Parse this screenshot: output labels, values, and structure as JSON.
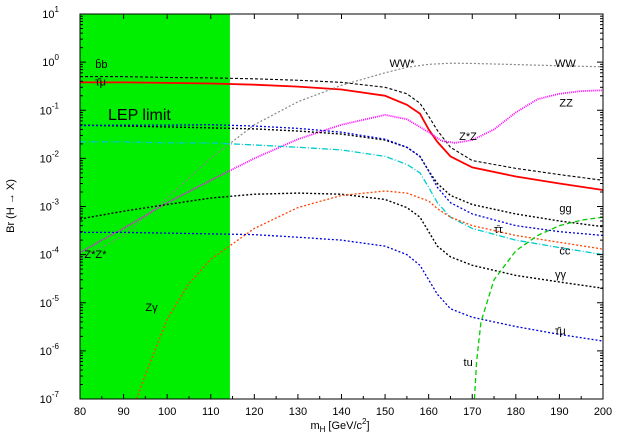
{
  "chart_data": {
    "type": "line",
    "x_scale": "linear",
    "y_scale": "log",
    "xlim": [
      80,
      200
    ],
    "ylim": [
      1e-07,
      10
    ],
    "xlabel": "m",
    "xlabel_sub": "H",
    "xlabel_unit": "[GeV/c",
    "xlabel_sup": "2",
    "xlabel_end": "]",
    "ylabel": "Br (H → X)",
    "x_ticks": [
      80,
      90,
      100,
      110,
      120,
      130,
      140,
      150,
      160,
      170,
      180,
      190,
      200
    ],
    "y_ticks": [
      {
        "value": 1e-07,
        "base": "10",
        "exp": "-7"
      },
      {
        "value": 1e-06,
        "base": "10",
        "exp": "-6"
      },
      {
        "value": 1e-05,
        "base": "10",
        "exp": "-5"
      },
      {
        "value": 0.0001,
        "base": "10",
        "exp": "-4"
      },
      {
        "value": 0.001,
        "base": "10",
        "exp": "-3"
      },
      {
        "value": 0.01,
        "base": "10",
        "exp": "-2"
      },
      {
        "value": 0.1,
        "base": "10",
        "exp": "-1"
      },
      {
        "value": 1,
        "base": "10",
        "exp": "0"
      },
      {
        "value": 10,
        "base": "10",
        "exp": "1"
      }
    ],
    "excluded_region": {
      "x_from": 80,
      "x_to": 114.4,
      "label": "LEP limit",
      "color": "#00ee00"
    },
    "series": [
      {
        "color": "#000000",
        "dash": "3,2",
        "width": 1.1,
        "x": [
          80,
          90,
          100,
          110,
          120,
          130,
          140,
          150,
          155,
          158,
          160,
          162,
          165,
          170,
          180,
          190,
          200
        ],
        "y": [
          0.5,
          0.5,
          0.48,
          0.47,
          0.45,
          0.42,
          0.38,
          0.3,
          0.22,
          0.14,
          0.075,
          0.038,
          0.017,
          0.009,
          0.0062,
          0.0046,
          0.0035
        ]
      },
      {
        "color": "#ff0000",
        "dash": "",
        "width": 1.8,
        "x": [
          80,
          90,
          100,
          110,
          120,
          130,
          140,
          150,
          155,
          158,
          160,
          162,
          165,
          170,
          180,
          190,
          200
        ],
        "y": [
          0.38,
          0.38,
          0.37,
          0.36,
          0.34,
          0.31,
          0.27,
          0.2,
          0.13,
          0.085,
          0.04,
          0.022,
          0.011,
          0.0065,
          0.0042,
          0.003,
          0.0022
        ]
      },
      {
        "color": "#888888",
        "dash": "2,2",
        "width": 1.2,
        "x": [
          80,
          90,
          100,
          110,
          120,
          130,
          140,
          150,
          155,
          160,
          165,
          170,
          180,
          190,
          200
        ],
        "y": [
          8e-05,
          0.00025,
          0.0015,
          0.01,
          0.05,
          0.15,
          0.33,
          0.6,
          0.78,
          0.9,
          0.95,
          0.94,
          0.89,
          0.84,
          0.8
        ]
      },
      {
        "color": "#ff00ff",
        "dash": "1,1",
        "width": 1.8,
        "x": [
          80,
          85,
          90,
          100,
          110,
          120,
          130,
          140,
          150,
          155,
          160,
          163,
          166,
          170,
          175,
          180,
          185,
          190,
          195,
          200
        ],
        "y": [
          0.00011,
          0.0002,
          0.00035,
          0.0012,
          0.0035,
          0.01,
          0.025,
          0.05,
          0.08,
          0.065,
          0.035,
          0.023,
          0.021,
          0.024,
          0.04,
          0.09,
          0.17,
          0.22,
          0.25,
          0.26
        ]
      },
      {
        "color": "#000000",
        "dash": "2,2",
        "width": 1.4,
        "x": [
          80,
          90,
          100,
          110,
          120,
          130,
          140,
          150,
          155,
          158,
          160,
          162,
          165,
          170,
          180,
          190,
          200
        ],
        "y": [
          0.049,
          0.047,
          0.045,
          0.043,
          0.041,
          0.037,
          0.032,
          0.024,
          0.017,
          0.011,
          0.0055,
          0.003,
          0.0017,
          0.0011,
          0.0007,
          0.0005,
          0.00038
        ]
      },
      {
        "color": "#0000dd",
        "dash": "2,2",
        "width": 1.3,
        "x": [
          80,
          90,
          100,
          110,
          120,
          130,
          140,
          150,
          155,
          158,
          160,
          162,
          165,
          170,
          180,
          190,
          200
        ],
        "y": [
          0.048,
          0.049,
          0.049,
          0.05,
          0.047,
          0.042,
          0.035,
          0.025,
          0.017,
          0.011,
          0.0055,
          0.0025,
          0.0012,
          0.0007,
          0.0004,
          0.0003,
          0.00025
        ]
      },
      {
        "color": "#00cccc",
        "dash": "6,2,1,2",
        "width": 1.3,
        "x": [
          80,
          90,
          100,
          110,
          120,
          130,
          140,
          150,
          155,
          158,
          160,
          162,
          165,
          170,
          180,
          190,
          200
        ],
        "y": [
          0.022,
          0.022,
          0.021,
          0.021,
          0.019,
          0.017,
          0.015,
          0.011,
          0.0075,
          0.005,
          0.0025,
          0.0012,
          0.0006,
          0.00035,
          0.0002,
          0.00014,
          0.0001
        ]
      },
      {
        "color": "#000000",
        "dash": "2,2",
        "width": 1.4,
        "x": [
          80,
          90,
          100,
          110,
          120,
          130,
          140,
          150,
          155,
          158,
          160,
          162,
          165,
          170,
          180,
          190,
          200
        ],
        "y": [
          0.00055,
          0.0008,
          0.0011,
          0.0015,
          0.0018,
          0.0019,
          0.0018,
          0.0014,
          0.00095,
          0.0006,
          0.0003,
          0.00015,
          9e-05,
          6e-05,
          3.7e-05,
          2.7e-05,
          2e-05
        ]
      },
      {
        "color": "#ff4400",
        "dash": "2,2",
        "width": 1.3,
        "x": [
          93,
          95,
          100,
          105,
          110,
          120,
          130,
          140,
          150,
          155,
          160,
          162,
          165,
          170,
          180,
          190,
          200
        ],
        "y": [
          1e-07,
          3.2e-07,
          4.5e-06,
          2.5e-05,
          8e-05,
          0.00035,
          0.00095,
          0.0017,
          0.0021,
          0.0019,
          0.0013,
          0.0009,
          0.0006,
          0.0004,
          0.00025,
          0.00018,
          0.00013
        ]
      },
      {
        "color": "#0000dd",
        "dash": "2,2",
        "width": 1.3,
        "x": [
          80,
          90,
          100,
          110,
          120,
          130,
          140,
          150,
          155,
          158,
          160,
          162,
          165,
          170,
          180,
          190,
          200
        ],
        "y": [
          0.00029,
          0.00029,
          0.00028,
          0.00027,
          0.00026,
          0.00023,
          0.0002,
          0.00015,
          0.0001,
          6e-05,
          3e-05,
          1.5e-05,
          7.5e-06,
          5e-06,
          3.2e-06,
          2.2e-06,
          1.6e-06
        ]
      },
      {
        "color": "#00cc00",
        "dash": "5,3",
        "width": 1.3,
        "x": [
          170.5,
          171,
          172,
          175,
          180,
          185,
          190,
          195,
          200
        ],
        "y": [
          1e-07,
          6e-07,
          4e-06,
          3e-05,
          0.00012,
          0.00025,
          0.0004,
          0.00052,
          0.0006
        ]
      }
    ],
    "annotations": [
      {
        "text": "b̄b",
        "x": 83.5,
        "y": 0.75
      },
      {
        "text": "τ̄μ",
        "x": 83.5,
        "y": 0.33
      },
      {
        "text": "WW*",
        "x": 151,
        "y": 0.8
      },
      {
        "text": "WW",
        "x": 189,
        "y": 0.8
      },
      {
        "text": "ZZ",
        "x": 190,
        "y": 0.12
      },
      {
        "text": "Z*Z",
        "x": 167,
        "y": 0.024
      },
      {
        "text": "gg",
        "x": 190,
        "y": 0.00077
      },
      {
        "text": "τ̄τ",
        "x": 175,
        "y": 0.00028
      },
      {
        "text": "c̄c",
        "x": 190,
        "y": 0.0001
      },
      {
        "text": "γγ",
        "x": 189,
        "y": 3.3e-05
      },
      {
        "text": "Z*Z*",
        "x": 81,
        "y": 8.5e-05
      },
      {
        "text": "Zγ",
        "x": 95,
        "y": 6.8e-06
      },
      {
        "text": "τ̄μ",
        "x": 189,
        "y": 2.2e-06
      },
      {
        "text": "tu",
        "x": 168,
        "y": 4.8e-07
      }
    ]
  }
}
